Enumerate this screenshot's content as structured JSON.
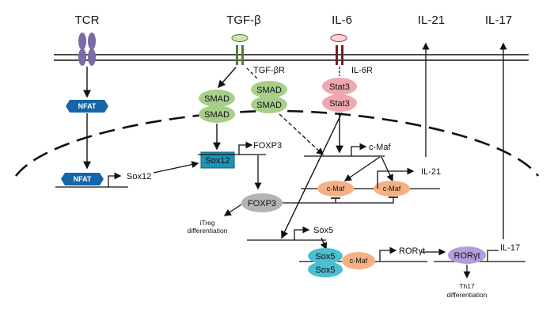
{
  "labels": {
    "tcr": "TCR",
    "tgfb": "TGF-β",
    "tgfbr": "TGF-βR",
    "il6": "IL-6",
    "il6r": "IL-6R",
    "il21_top": "IL-21",
    "il17_top": "IL-17",
    "nfat_cyto": "NFAT",
    "nfat_nuc": "NFAT",
    "sox12_gene": "Sox12",
    "sox12_protein": "Sox12",
    "foxp3_gene": "FOXP3",
    "foxp3_protein": "FOXP3",
    "smad_a1": "SMAD",
    "smad_a2": "SMAD",
    "smad_b1": "SMAD",
    "smad_b2": "SMAD",
    "stat3_1": "Stat3",
    "stat3_2": "Stat3",
    "cmaf_gene": "c-Maf",
    "cmaf_p1": "c-Maf",
    "cmaf_p2": "c-Maf",
    "il21_gene": "IL-21",
    "itreg_1": "iTreg",
    "itreg_2": "differentiation",
    "sox5_gene": "Sox5",
    "sox5_1": "Sox5",
    "sox5_2": "Sox5",
    "cmaf_p3": "c-Maf",
    "roryt_gene": "RORγt",
    "roryt_protein": "RORγt",
    "il17_gene": "IL-17",
    "th17_1": "Th17",
    "th17_2": "differentiation"
  },
  "colors": {
    "nfat": "#1565a8",
    "sox12": "#1d93b8",
    "smad": "#a8cf8a",
    "stat3": "#f0a8b0",
    "cmaf": "#f4b183",
    "foxp3": "#b4b4b4",
    "sox5": "#4bbfcf",
    "roryt": "#b39ddb",
    "tcr": "#7b6aa8",
    "tgfbr": "#5b7a2a",
    "il6r": "#6b2424"
  }
}
